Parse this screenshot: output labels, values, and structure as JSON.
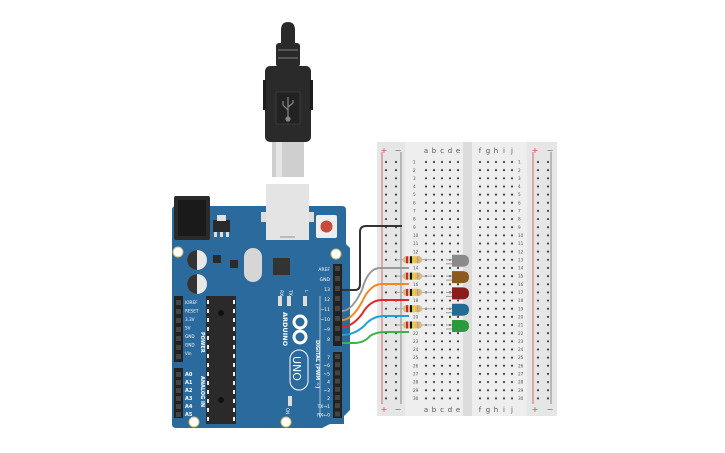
{
  "colors": {
    "board": "#2b6a9c",
    "board_dark": "#1f5580",
    "header": "#2a2a2a",
    "breadboard": "#eeeeee",
    "rail_plus": "#d46a6a",
    "rail_minus": "#777777",
    "wire_black": "#333333",
    "wire_gray": "#999999",
    "wire_orange": "#f08a1c",
    "wire_red": "#e0262b",
    "wire_blue": "#1ea0d8",
    "wire_green": "#3cb34a",
    "led_gray": "#8a8a8a",
    "led_brown": "#8a5a1e",
    "led_red": "#8b1c1c",
    "led_blue": "#226b95",
    "led_green": "#2a9a3a"
  },
  "arduino": {
    "brand": "ARDUINO",
    "model": "UNO",
    "power_label": "POWER",
    "analog_label": "ANALOG IN",
    "digital_label": "DIGITAL (PWM ~)",
    "led_labels": [
      "RX",
      "TX",
      "L"
    ],
    "on_label": "ON",
    "power_pins": [
      "IOREF",
      "RESET",
      "3.3V",
      "5V",
      "GND",
      "GND",
      "Vin"
    ],
    "analog_pins": [
      "A0",
      "A1",
      "A2",
      "A3",
      "A4",
      "A5"
    ],
    "digital_top_pins": [
      "AREF",
      "GND",
      "13",
      "12",
      "~11",
      "~10",
      "~9",
      "8"
    ],
    "digital_bottom_pins": [
      "7",
      "~6",
      "~5",
      "4",
      "~3",
      "2",
      "TX→1",
      "RX←0"
    ]
  },
  "breadboard": {
    "rail_plus": "+",
    "rail_minus": "−",
    "left_columns": [
      "a",
      "b",
      "c",
      "d",
      "e"
    ],
    "right_columns": [
      "f",
      "g",
      "h",
      "i",
      "j"
    ],
    "rows": 30
  },
  "circuit": {
    "wires": [
      {
        "from": "GND",
        "to_row": 9,
        "color": "black"
      },
      {
        "from": "12",
        "to_row": 14,
        "color": "gray"
      },
      {
        "from": "~11",
        "to_row": 16,
        "color": "orange"
      },
      {
        "from": "~10",
        "to_row": 18,
        "color": "red"
      },
      {
        "from": "~9",
        "to_row": 20,
        "color": "blue"
      },
      {
        "from": "8",
        "to_row": 22,
        "color": "green"
      }
    ],
    "leds": [
      "gray",
      "brown",
      "red",
      "blue",
      "green"
    ],
    "resistor_rows": [
      13,
      15,
      17,
      19,
      21
    ]
  }
}
